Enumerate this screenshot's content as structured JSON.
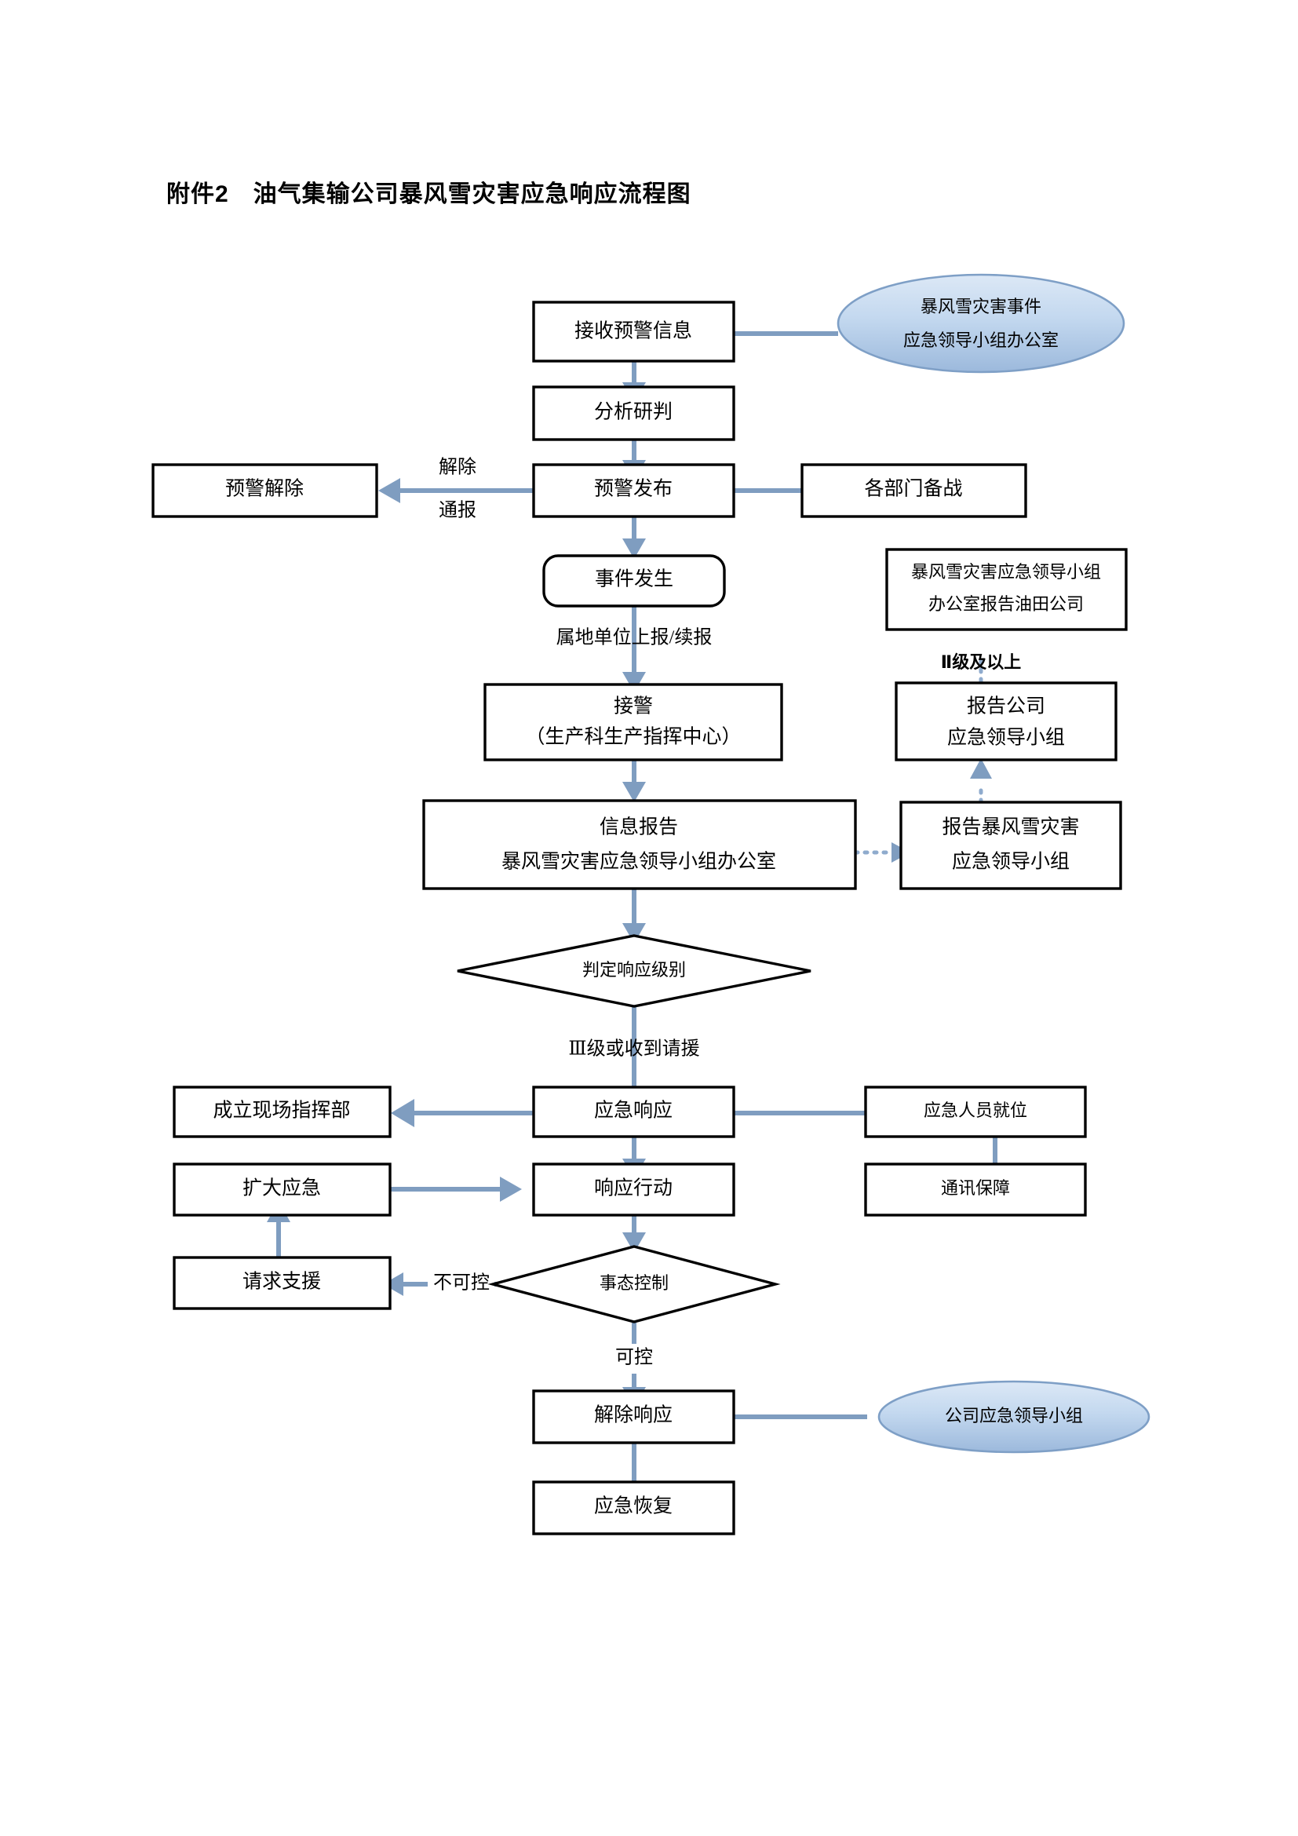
{
  "document": {
    "title": "附件2　油气集输公司暴风雪灾害应急响应流程图"
  },
  "colors": {
    "connector": "#7f9dc0",
    "ellipse_fill_light": "#d2e1f2",
    "ellipse_fill_dark": "#9dbadd",
    "ellipse_border": "#7e9fc6",
    "box_border": "#000000",
    "page_background": "#ffffff"
  },
  "chart_data": {
    "type": "diagram",
    "title": "附件2　油气集输公司暴风雪灾害应急响应流程图",
    "nodes": [
      {
        "id": "n1",
        "label": "接收预警信息",
        "shape": "rect"
      },
      {
        "id": "e1",
        "label": "暴风雪灾害事件\n应急领导小组办公室",
        "shape": "ellipse"
      },
      {
        "id": "n2",
        "label": "分析研判",
        "shape": "rect"
      },
      {
        "id": "n3",
        "label": "预警发布",
        "shape": "rect"
      },
      {
        "id": "n4",
        "label": "预警解除",
        "shape": "rect"
      },
      {
        "id": "n5",
        "label": "各部门备战",
        "shape": "rect"
      },
      {
        "id": "n6",
        "label": "事件发生",
        "shape": "rounded-rect"
      },
      {
        "id": "n7",
        "label": "接警\n（生产科生产指挥中心）",
        "shape": "rect"
      },
      {
        "id": "n8",
        "label": "信息报告\n暴风雪灾害应急领导小组办公室",
        "shape": "rect"
      },
      {
        "id": "n9",
        "label": "报告暴风雪灾害\n应急领导小组",
        "shape": "rect"
      },
      {
        "id": "n10",
        "label": "报告公司\n应急领导小组",
        "shape": "rect"
      },
      {
        "id": "n11",
        "label": "暴风雪灾害应急领导小组\n办公室报告油田公司",
        "shape": "rect"
      },
      {
        "id": "n12",
        "label": "判定响应级别",
        "shape": "diamond"
      },
      {
        "id": "n13",
        "label": "应急响应",
        "shape": "rect"
      },
      {
        "id": "n14",
        "label": "成立现场指挥部",
        "shape": "rect"
      },
      {
        "id": "n15",
        "label": "应急人员就位",
        "shape": "rect"
      },
      {
        "id": "n16",
        "label": "响应行动",
        "shape": "rect"
      },
      {
        "id": "n17",
        "label": "扩大应急",
        "shape": "rect"
      },
      {
        "id": "n18",
        "label": "通讯保障",
        "shape": "rect"
      },
      {
        "id": "n19",
        "label": "事态控制",
        "shape": "diamond"
      },
      {
        "id": "n20",
        "label": "请求支援",
        "shape": "rect"
      },
      {
        "id": "n21",
        "label": "解除响应",
        "shape": "rect"
      },
      {
        "id": "n22",
        "label": "应急恢复",
        "shape": "rect"
      },
      {
        "id": "e2",
        "label": "公司应急领导小组",
        "shape": "ellipse"
      }
    ],
    "edges": [
      {
        "from": "e1",
        "to": "n1",
        "label": "",
        "style": "solid-plain"
      },
      {
        "from": "n1",
        "to": "n2",
        "label": "",
        "style": "solid-arrow"
      },
      {
        "from": "n2",
        "to": "n3",
        "label": "",
        "style": "solid-arrow"
      },
      {
        "from": "n3",
        "to": "n4",
        "label": "解除通报",
        "style": "solid-arrow"
      },
      {
        "from": "n5",
        "to": "n3",
        "label": "",
        "style": "solid-plain"
      },
      {
        "from": "n3",
        "to": "n6",
        "label": "",
        "style": "solid-arrow"
      },
      {
        "from": "n6",
        "to": "n7",
        "label": "属地单位上报/续报",
        "style": "solid-arrow"
      },
      {
        "from": "n7",
        "to": "n8",
        "label": "",
        "style": "solid-arrow"
      },
      {
        "from": "n8",
        "to": "n9",
        "label": "",
        "style": "dotted-arrow"
      },
      {
        "from": "n9",
        "to": "n10",
        "label": "",
        "style": "dotted-arrow"
      },
      {
        "from": "n10",
        "to": "n11",
        "label": "Ⅱ级及以上",
        "style": "dotted-arrow"
      },
      {
        "from": "n8",
        "to": "n12",
        "label": "",
        "style": "solid-arrow"
      },
      {
        "from": "n12",
        "to": "n13",
        "label": "Ⅲ级或收到请援",
        "style": "solid-arrow"
      },
      {
        "from": "n13",
        "to": "n14",
        "label": "",
        "style": "solid-arrow"
      },
      {
        "from": "n15",
        "to": "n13",
        "label": "",
        "style": "solid-plain"
      },
      {
        "from": "n18",
        "to": "n13",
        "label": "",
        "style": "solid-plain"
      },
      {
        "from": "n13",
        "to": "n16",
        "label": "",
        "style": "solid-arrow"
      },
      {
        "from": "n17",
        "to": "n16",
        "label": "",
        "style": "solid-arrow"
      },
      {
        "from": "n16",
        "to": "n19",
        "label": "",
        "style": "solid-arrow"
      },
      {
        "from": "n19",
        "to": "n20",
        "label": "不可控",
        "style": "solid-arrow"
      },
      {
        "from": "n20",
        "to": "n17",
        "label": "",
        "style": "solid-arrow"
      },
      {
        "from": "n19",
        "to": "n21",
        "label": "可控",
        "style": "solid-arrow"
      },
      {
        "from": "n21",
        "to": "n22",
        "label": "",
        "style": "solid-plain"
      },
      {
        "from": "n21",
        "to": "e2",
        "label": "",
        "style": "solid-plain"
      }
    ]
  },
  "nodes": {
    "receive_warning": {
      "label": "接收预警信息"
    },
    "event_office_ellipse": {
      "line1": "暴风雪灾害事件",
      "line2": "应急领导小组办公室"
    },
    "analyze": {
      "label": "分析研判"
    },
    "issue_warning": {
      "label": "预警发布"
    },
    "cancel_warning": {
      "label": "预警解除"
    },
    "departments_standby": {
      "label": "各部门备战"
    },
    "event_occurs": {
      "label": "事件发生"
    },
    "receive_alarm": {
      "line1": "接警",
      "line2": "（生产科生产指挥中心）"
    },
    "info_report": {
      "line1": "信息报告",
      "line2": "暴风雪灾害应急领导小组办公室"
    },
    "report_snow_group": {
      "line1": "报告暴风雪灾害",
      "line2": "应急领导小组"
    },
    "report_company_group": {
      "line1": "报告公司",
      "line2": "应急领导小组"
    },
    "report_oilfield": {
      "line1": "暴风雪灾害应急领导小组",
      "line2": "办公室报告油田公司"
    },
    "decide_level": {
      "label": "判定响应级别"
    },
    "emergency_response": {
      "label": "应急响应"
    },
    "set_up_command": {
      "label": "成立现场指挥部"
    },
    "staff_in_place": {
      "label": "应急人员就位"
    },
    "response_action": {
      "label": "响应行动"
    },
    "expand_emergency": {
      "label": "扩大应急"
    },
    "comms_support": {
      "label": "通讯保障"
    },
    "situation_control": {
      "label": "事态控制"
    },
    "request_support": {
      "label": "请求支援"
    },
    "lift_response": {
      "label": "解除响应"
    },
    "emergency_recovery": {
      "label": "应急恢复"
    },
    "company_group_ellipse": {
      "label": "公司应急领导小组"
    }
  },
  "edge_labels": {
    "cancel_notice_l1": "解除",
    "cancel_notice_l2": "通报",
    "local_unit_report": "属地单位上报/续报",
    "level_2_and_above": "Ⅱ级及以上",
    "level_3_or_request": "Ⅲ级或收到请援",
    "uncontrollable": "不可控",
    "controllable": "可控"
  }
}
